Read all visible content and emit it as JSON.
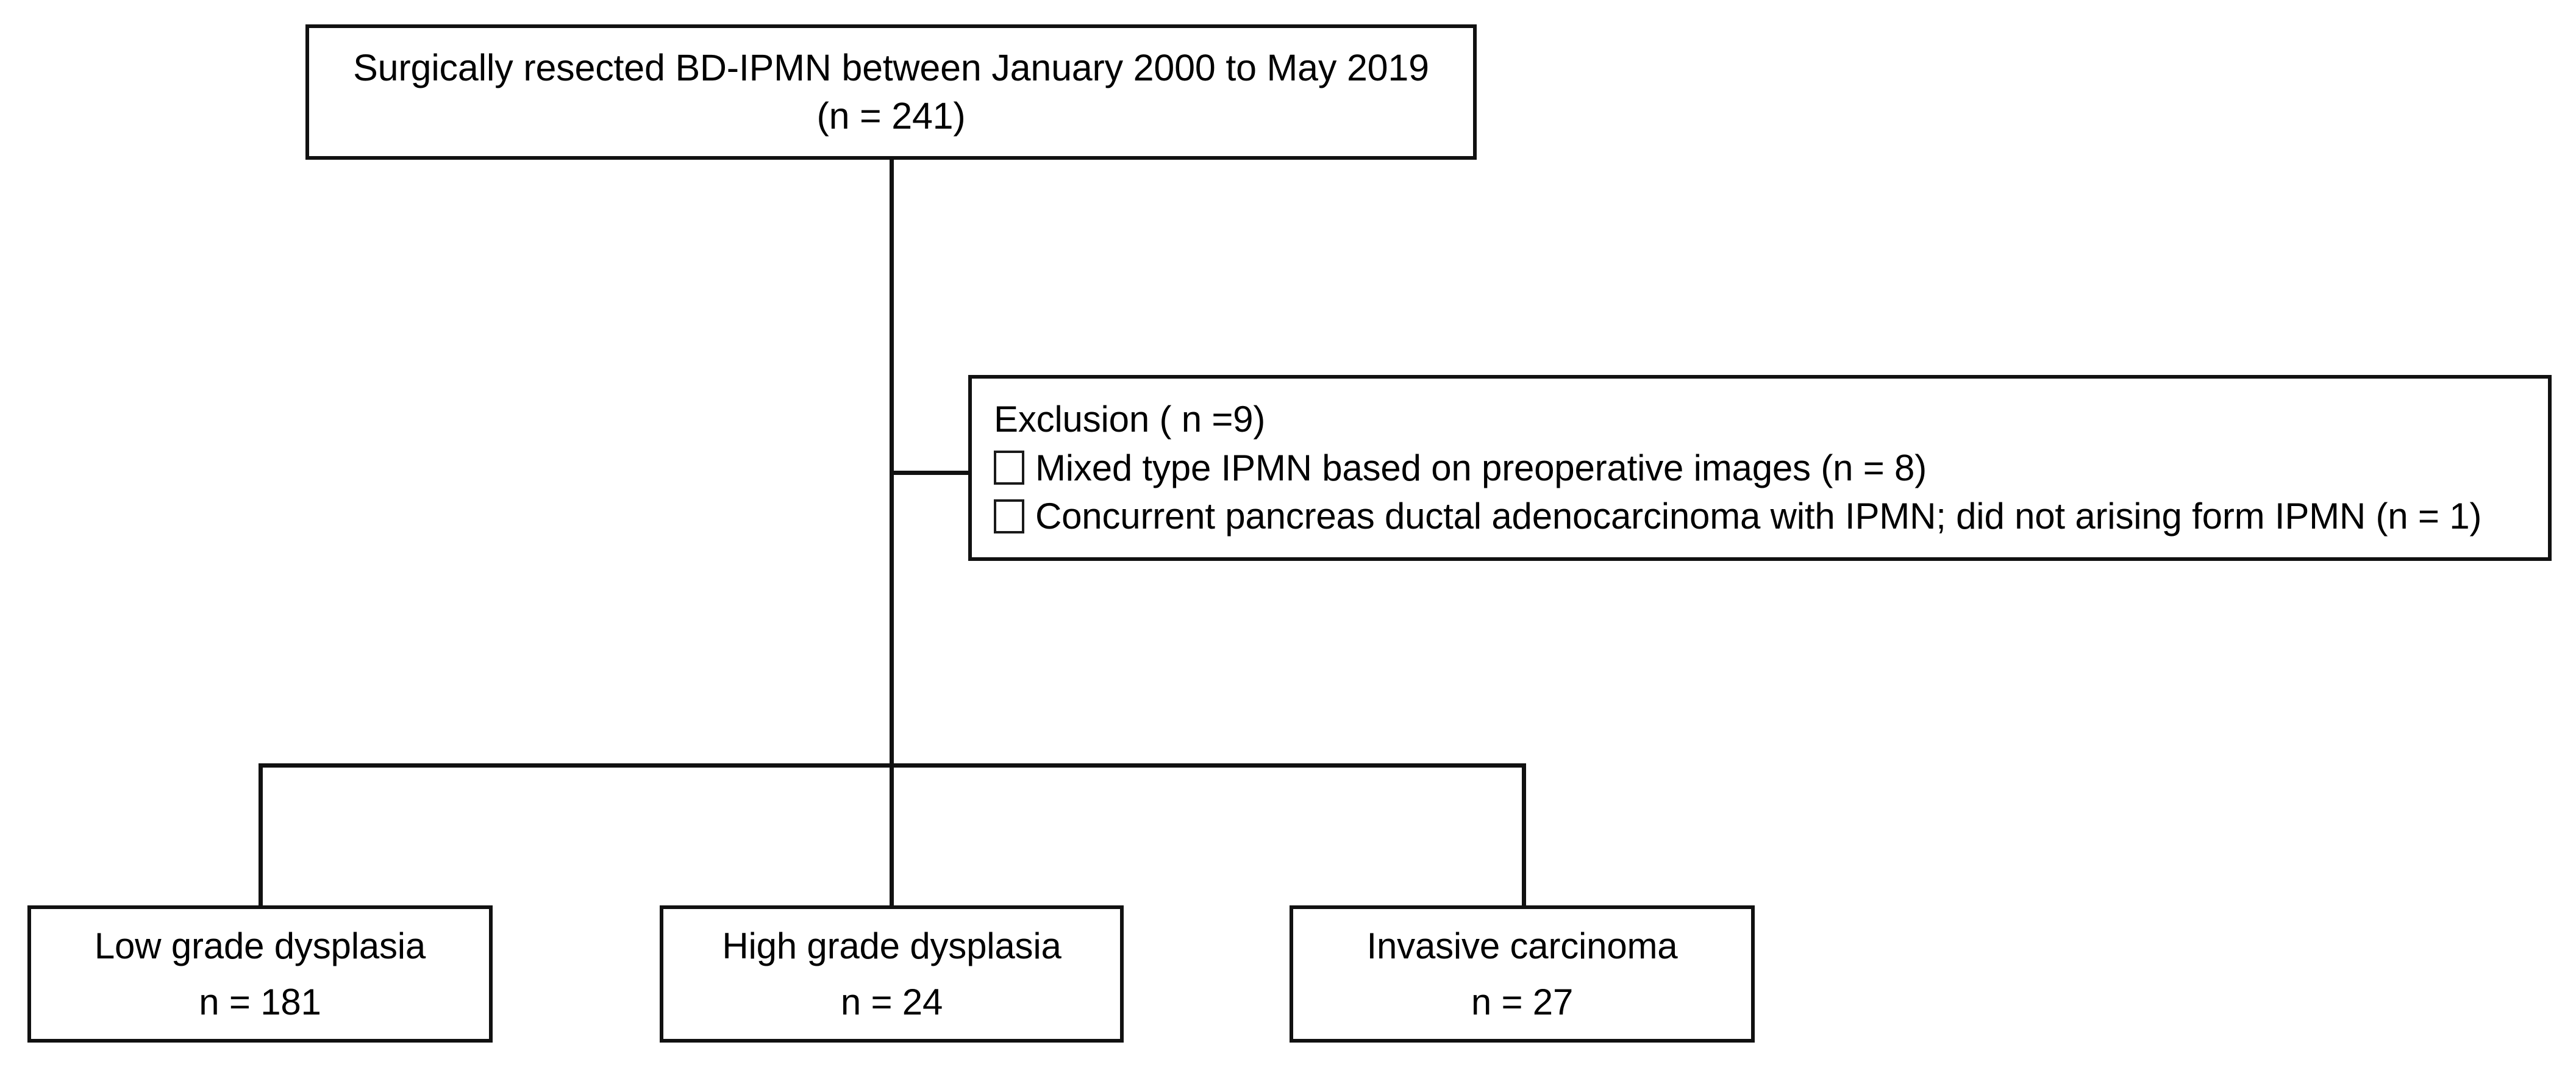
{
  "diagram": {
    "title": "Surgically resected BD-IPMN patient selection flow diagram",
    "line_color": "#111111",
    "background_color": "#ffffff"
  },
  "root": {
    "line1": "Surgically resected BD-IPMN between January 2000 to May 2019",
    "line2": "(n = 241)"
  },
  "exclusion": {
    "heading": "Exclusion ( n =9)",
    "items": [
      {
        "label": "Mixed type IPMN based on preoperative images (n = 8)"
      },
      {
        "label": "Concurrent pancreas ductal adenocarcinoma with IPMN; did not arising form IPMN (n = 1)"
      }
    ]
  },
  "outcomes": [
    {
      "label": "Low grade dysplasia",
      "count": "n = 181"
    },
    {
      "label": "High grade dysplasia",
      "count": "n = 24"
    },
    {
      "label": "Invasive carcinoma",
      "count": "n = 27"
    }
  ]
}
